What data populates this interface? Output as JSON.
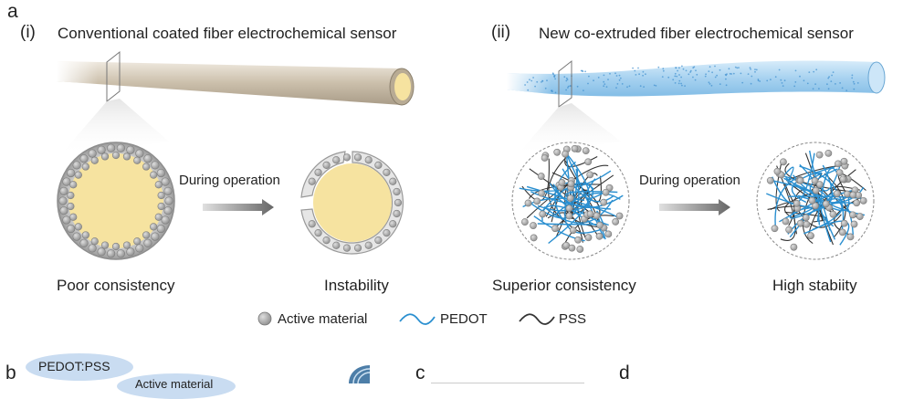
{
  "panels": {
    "a": "a",
    "b": "b",
    "c": "c",
    "d": "d"
  },
  "left": {
    "index": "(i)",
    "title": "Conventional coated fiber electrochemical sensor",
    "arrow_text": "During operation",
    "caption_before": "Poor consistency",
    "caption_after": "Instability"
  },
  "right": {
    "index": "(ii)",
    "title": "New co-extruded fiber electrochemical sensor",
    "arrow_text": "During operation",
    "caption_before": "Superior consistency",
    "caption_after": "High stabiity"
  },
  "legend": {
    "active_material": "Active material",
    "pedot": "PEDOT",
    "pss": "PSS"
  },
  "panel_b": {
    "bubble_1": "PEDOT:PSS",
    "bubble_2": "Active material"
  },
  "colors": {
    "core_yellow": "#f6e3a0",
    "fiber_tan": "#cdbfa8",
    "fiber_blue": "#a9d3f0",
    "pedot_blue": "#2a8fd0",
    "pss_dark": "#333333",
    "particle_gray": "#a9a9a9"
  }
}
